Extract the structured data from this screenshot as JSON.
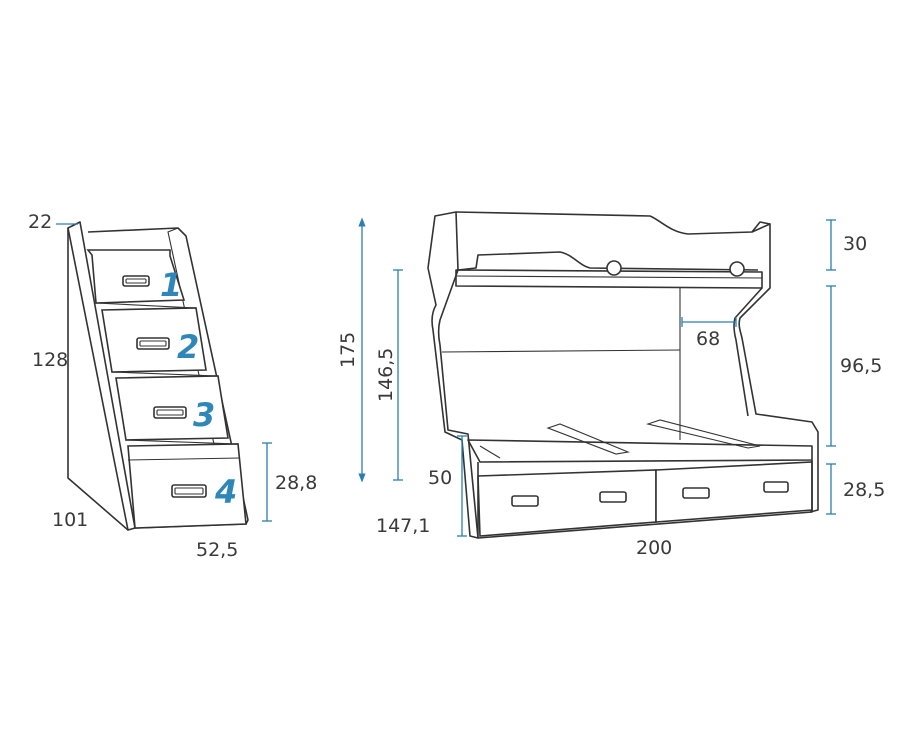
{
  "stair_unit": {
    "step_numbers": [
      "1",
      "2",
      "3",
      "4"
    ],
    "dimensions": {
      "top_depth": "22",
      "height": "128",
      "depth": "101",
      "width": "52,5",
      "drawer_height": "28,8"
    }
  },
  "bunk_bed": {
    "dimensions": {
      "total_height": "175",
      "inner_height": "146,5",
      "lower_bed_height": "50",
      "depth": "147,1",
      "length": "200",
      "guard_height": "30",
      "clearance": "96,5",
      "drawer_height": "28,5",
      "ladder_gap": "68"
    }
  },
  "colors": {
    "dimension_line": "#2a7fb0",
    "step_number": "#2f86b8",
    "outline": "#333333"
  }
}
